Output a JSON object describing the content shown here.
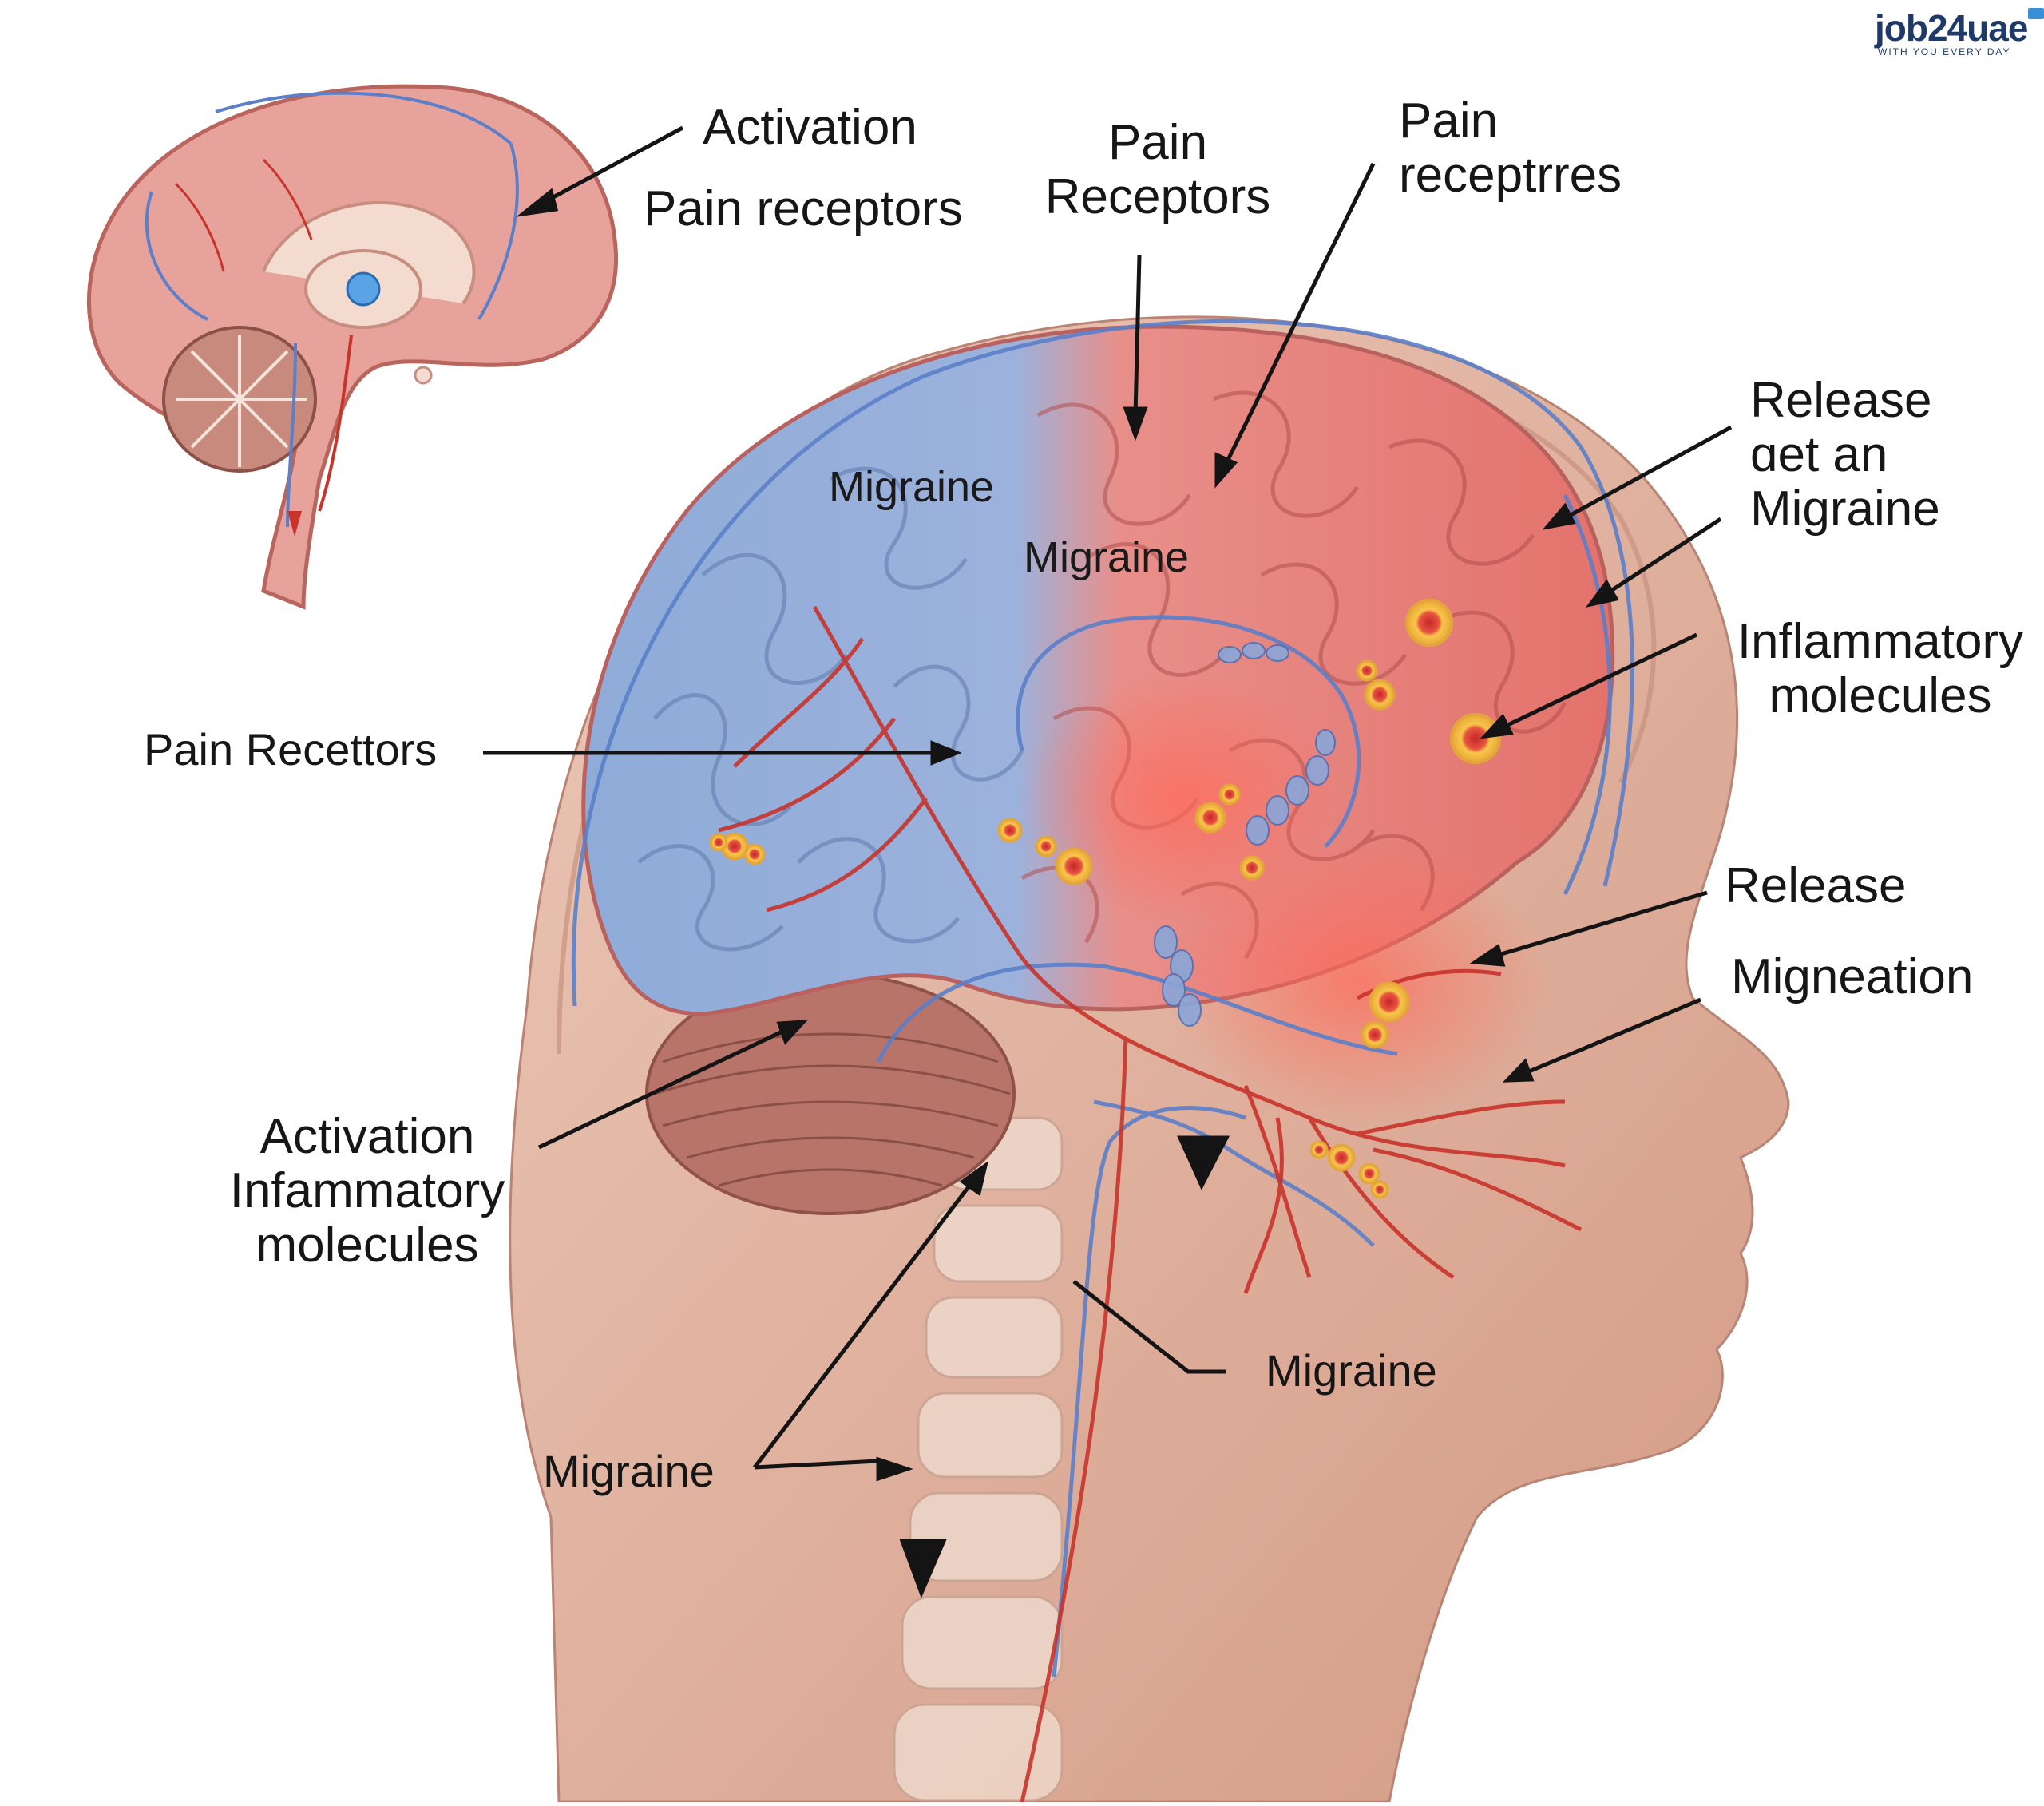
{
  "brand": {
    "name": "job24uae",
    "tagline": "WITH YOU EVERY DAY"
  },
  "labels": {
    "top_activation": "Activation",
    "top_pain_receptors": "Pain receptors",
    "pain_receptors_center_1": "Pain",
    "pain_receptors_center_2": "Receptors",
    "pain_receptres_1": "Pain",
    "pain_receptres_2": "receptrres",
    "release_top_1": "Release",
    "release_top_2": "ɑet an",
    "release_top_3": "Migraine",
    "inflammatory_1": "Inflammatory",
    "inflammatory_2": "molecules",
    "release_mid": "Release",
    "migneation": "Migneation",
    "brain_migraine_1": "Migraine",
    "brain_migraine_2": "Migraine",
    "pain_recettors": "Pain Recettors",
    "activation_bottom_1": "Activation",
    "activation_bottom_2": "Infammatory",
    "activation_bottom_3": "molecules",
    "migraine_neck": "Migraine",
    "migraine_bottom_left": "Migraine"
  },
  "colors": {
    "skin": "#d9a48f",
    "skin_light": "#e9c2b1",
    "brain_red": "#e57470",
    "brain_blue": "#8eaad6",
    "nerve_red": "#c8332b",
    "nerve_blue": "#5b7fc9",
    "inflammation": "#f0c34a",
    "cerebellum": "#b8766a",
    "arrow": "#141414"
  }
}
